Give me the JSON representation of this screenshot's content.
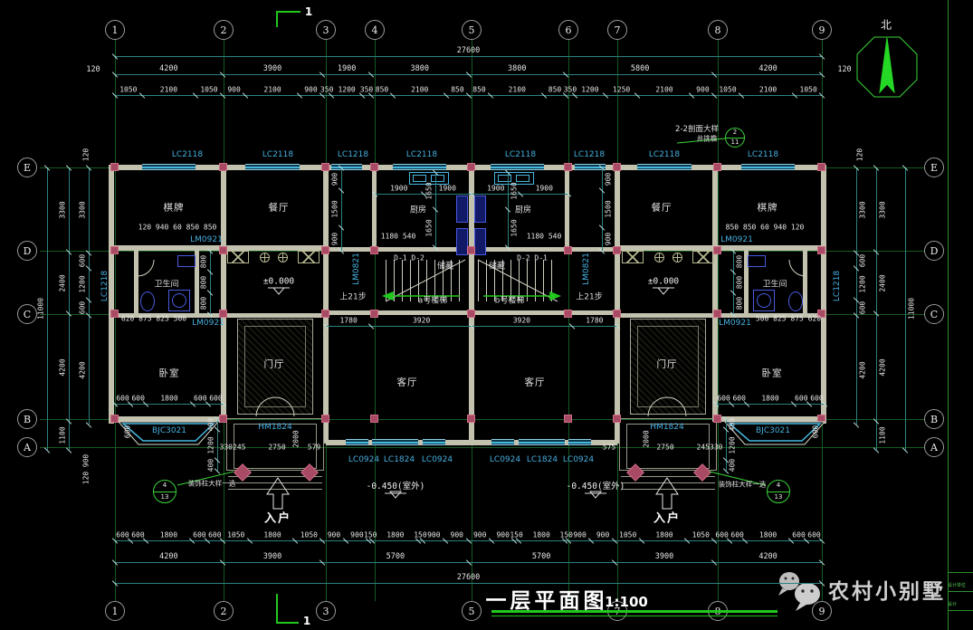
{
  "drawing": {
    "title": "一层平面图",
    "scale": "1:100",
    "north_label": "北",
    "section_label": "1",
    "watermark": "农村小别墅"
  },
  "axes": {
    "cols": [
      "1",
      "2",
      "3",
      "4",
      "5",
      "6",
      "7",
      "8",
      "9"
    ],
    "rows": [
      "E",
      "D",
      "C",
      "B",
      "A"
    ]
  },
  "rooms": {
    "chess": "棋牌",
    "dining": "餐厅",
    "kitchen": "厨房",
    "bath": "卫生间",
    "storage": "储藏",
    "foyer": "门厅",
    "living": "客厅",
    "bedroom": "卧室"
  },
  "stairs": {
    "a": "a号楼梯",
    "b": "b号楼梯",
    "up": "上21步",
    "d12": "D-1 D-2",
    "d21": "D-2 D-1"
  },
  "levels": {
    "zero": "±0.000",
    "outdoor": "-0.450(室外)",
    "entry": "入户"
  },
  "tags": {
    "lc2118": "LC2118",
    "lc1218": "LC1218",
    "lc0924": "LC0924",
    "lc1824": "LC1824",
    "lm0921": "LM0921",
    "lm0821": "LM0821",
    "hm1824": "HM1824",
    "bjc3021": "BJC3021"
  },
  "callouts": {
    "section_detail": {
      "line1": "2-2剖面大样",
      "line2": "井挑檐",
      "num": "2",
      "sheet": "11"
    },
    "column_detail": {
      "label": "装饰柱大样一选",
      "num": "4",
      "sheet": "13"
    }
  },
  "dims": {
    "total": "27600",
    "side_total": "11000",
    "edge": "120",
    "top_main": [
      "4200",
      "3900",
      "1900",
      "3800",
      "3800",
      "5800",
      "4200"
    ],
    "top_detail": [
      "1050",
      "2100",
      "1050",
      "900",
      "2100",
      "900",
      "350",
      "1200",
      "350",
      "850",
      "2100",
      "850",
      "850",
      "2100",
      "850",
      "350",
      "1200",
      "1250",
      "2100",
      "900",
      "1050",
      "2100",
      "1050"
    ],
    "bottom_main": [
      "4200",
      "3900",
      "5700",
      "5700",
      "3900",
      "4200"
    ],
    "bottom_detail": [
      "600",
      "600",
      "1800",
      "600",
      "600",
      "1050",
      "1800",
      "1050",
      "900",
      "900",
      "150",
      "1800",
      "150",
      "900",
      "900",
      "900",
      "900",
      "150",
      "1800",
      "150",
      "900",
      "900",
      "1050",
      "1800",
      "1050",
      "600",
      "600",
      "1800",
      "600",
      "600"
    ],
    "left_main": [
      "3300",
      "2400",
      "4200",
      "1100"
    ],
    "left_detail": [
      "3300",
      "600",
      "1200",
      "600",
      "4200"
    ],
    "below_a": [
      "900",
      "120"
    ],
    "kitchen_side": [
      "900",
      "1500",
      "900"
    ],
    "kitchen_top": [
      "1900",
      "1900"
    ],
    "kitchen_depth": [
      "1650",
      "1650"
    ],
    "kitchen_inner": "1180 540",
    "stair_row": [
      "1780",
      "3920",
      "3920",
      "1780"
    ],
    "vest_col": [
      "800",
      "800",
      "800"
    ],
    "porch_col": [
      "400",
      "1200",
      "400"
    ],
    "porch_depth": "2000",
    "bay_depth": "600",
    "bed_row": [
      "600",
      "600",
      "1800",
      "600",
      "600"
    ],
    "bath_row_l": "620 875 825 500",
    "bath_row_r": "500 825 875 620",
    "chess_row_l": "120 940 60 850 850",
    "chess_row_r": "850 850 60 940 120",
    "porch_row_l": [
      "330245",
      "2750",
      "579"
    ],
    "porch_row_r": [
      "575",
      "2750",
      "245330"
    ]
  },
  "title_block": {
    "unit": "设计单位",
    "design": "设计"
  }
}
